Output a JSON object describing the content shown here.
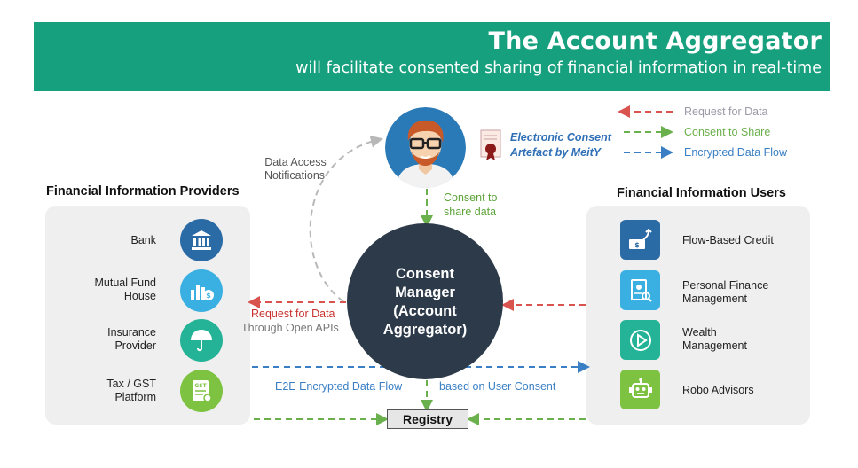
{
  "banner": {
    "title": "The Account Aggregator",
    "subtitle": "will facilitate consented sharing of financial information in real-time"
  },
  "legend": {
    "request": "Request for Data",
    "consent": "Consent to Share",
    "encrypted": "Encrypted Data Flow"
  },
  "consent_artefact": {
    "line1": "Electronic Consent",
    "line2": "Artefact by MeitY"
  },
  "notifications": {
    "line1": "Data Access",
    "line2": "Notifications"
  },
  "consent_to_share": {
    "line1": "Consent to",
    "line2": "share data"
  },
  "manager": {
    "line1": "Consent",
    "line2": "Manager",
    "line3": "(Account",
    "line4": "Aggregator)"
  },
  "request_label": {
    "line1": "Request for Data",
    "line2": "Through Open APIs"
  },
  "e2e_label": "E2E Encrypted Data Flow",
  "user_consent_label": "based on User Consent",
  "registry": "Registry",
  "providers": {
    "heading": "Financial Information Providers",
    "items": [
      {
        "line1": "Bank",
        "line2": "",
        "icon": "bank-icon",
        "color": "#2a6aa5"
      },
      {
        "line1": "Mutual Fund",
        "line2": "House",
        "icon": "mutual-fund-icon",
        "color": "#3ab0e2"
      },
      {
        "line1": "Insurance",
        "line2": "Provider",
        "icon": "umbrella-icon",
        "color": "#24b396"
      },
      {
        "line1": "Tax / GST",
        "line2": "Platform",
        "icon": "gst-document-icon",
        "color": "#7dc241"
      }
    ]
  },
  "users": {
    "heading": "Financial Information Users",
    "items": [
      {
        "line1": "Flow-Based Credit",
        "line2": "",
        "icon": "credit-growth-icon",
        "color": "#2a6aa5"
      },
      {
        "line1": "Personal Finance",
        "line2": "Management",
        "icon": "finance-document-icon",
        "color": "#3ab0e2"
      },
      {
        "line1": "Wealth",
        "line2": "Management",
        "icon": "play-icon",
        "color": "#24b396"
      },
      {
        "line1": "Robo Advisors",
        "line2": "",
        "icon": "robot-icon",
        "color": "#7dc241"
      }
    ]
  },
  "colors": {
    "banner": "#17a07e",
    "request": "#d9534f",
    "consent": "#6ab04c",
    "encrypted": "#3a7fc4",
    "notification": "#b8b8b8",
    "manager": "#2c3a49"
  }
}
